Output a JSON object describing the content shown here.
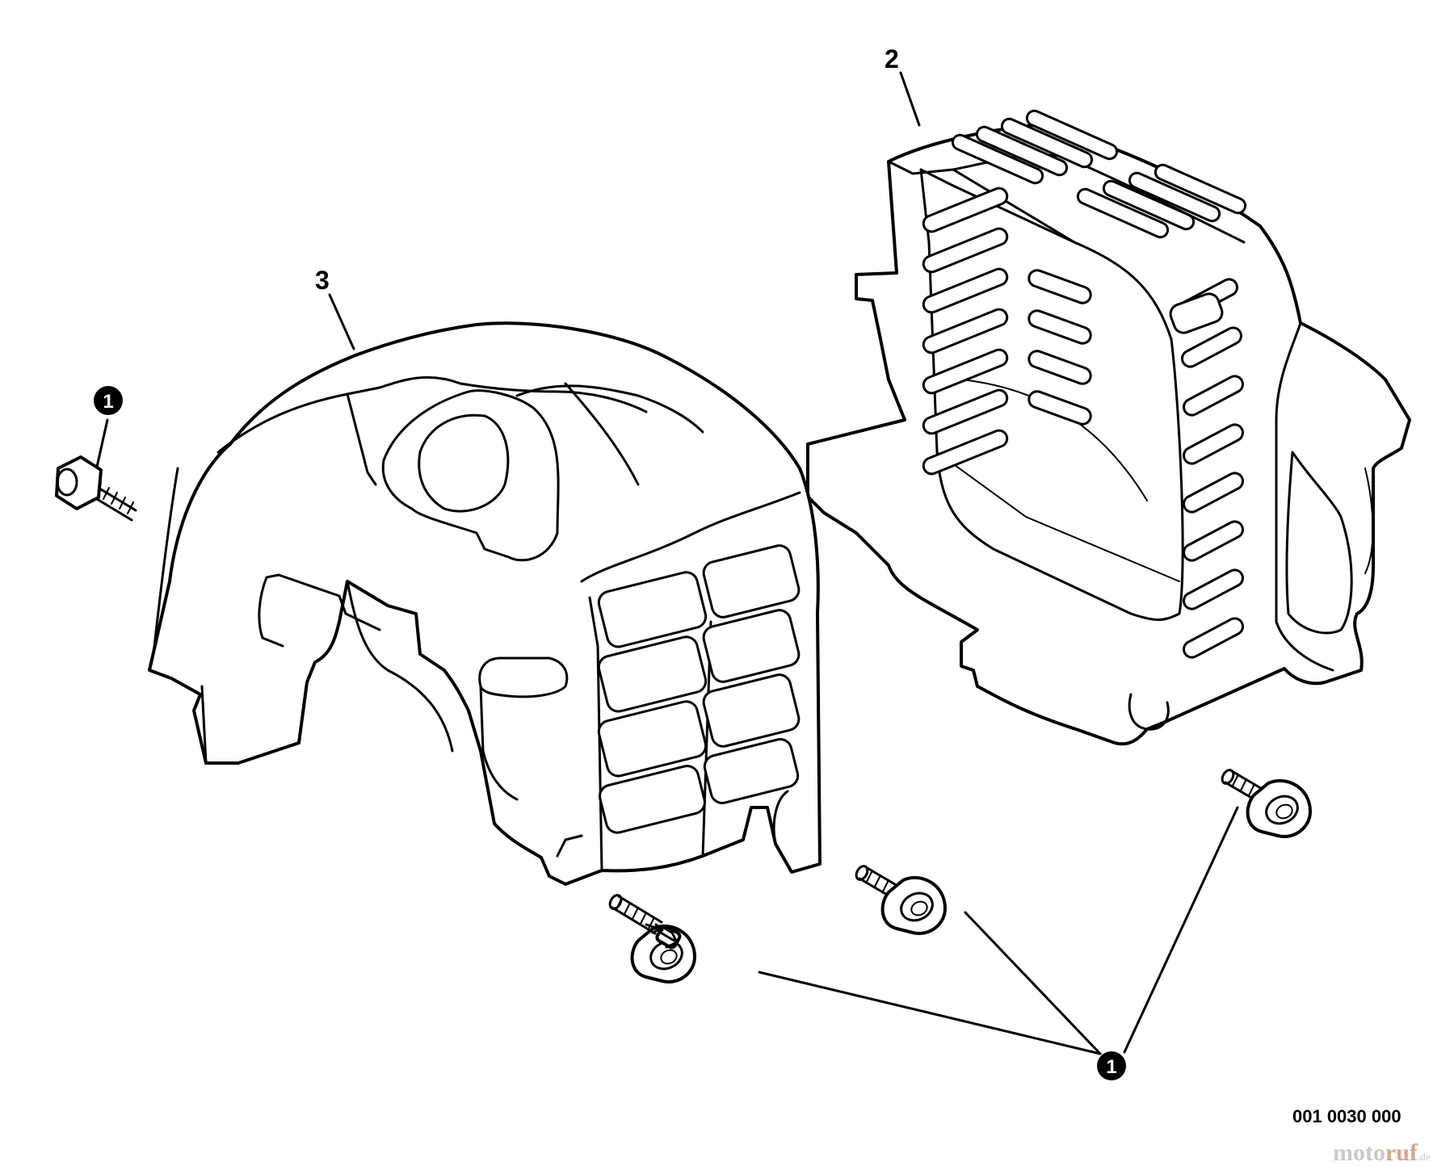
{
  "diagram": {
    "part_labels": {
      "shroud_top": "2",
      "shroud_front": "3"
    },
    "bolt_callout": "1",
    "drawing_number": "001 0030 000",
    "watermark": {
      "part1": "moto",
      "part2": "ruf",
      "suffix": ".de"
    }
  }
}
